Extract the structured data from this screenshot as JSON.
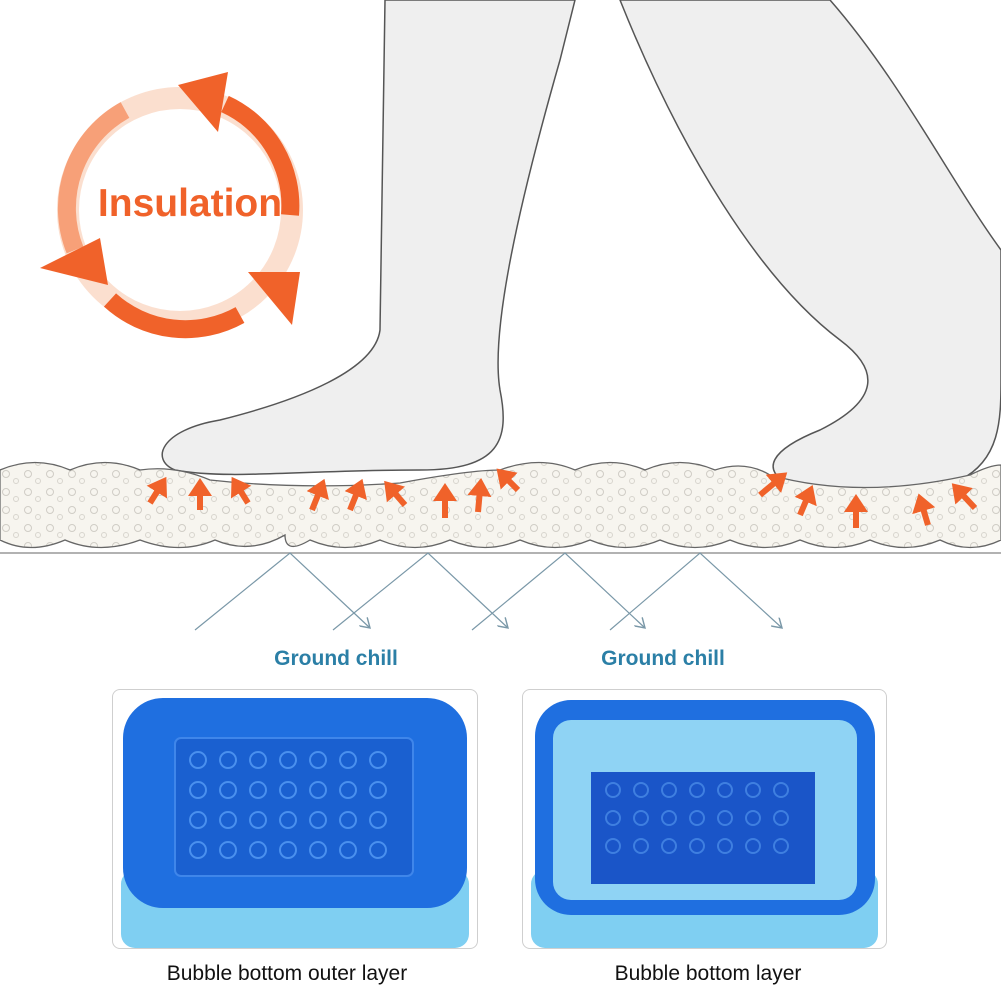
{
  "insulation": {
    "label": "Insulation"
  },
  "ground_chill": [
    "Ground chill",
    "Ground chill"
  ],
  "products": [
    {
      "caption": "Bubble bottom outer layer"
    },
    {
      "caption": "Bubble bottom layer"
    }
  ],
  "colors": {
    "accent_orange": "#f0622a",
    "chill_blue": "#2b7fa6",
    "pool_blue": "#1f6fe0",
    "pool_light": "#6fc3ee"
  }
}
